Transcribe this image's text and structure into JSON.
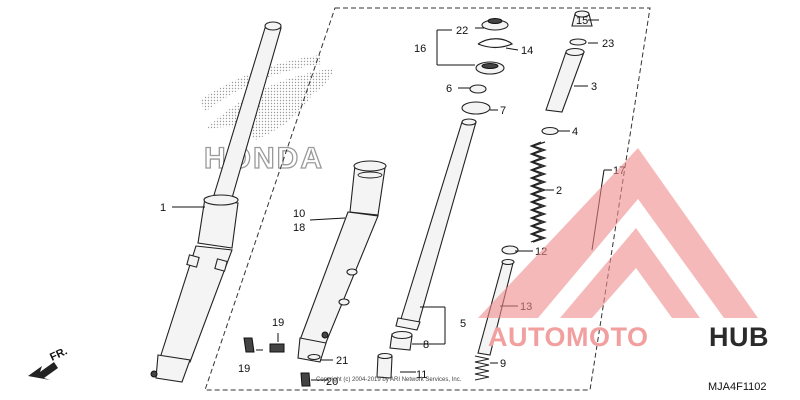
{
  "diagram": {
    "code": "MJA4F1102",
    "direction_label": "FR.",
    "copyright": "Copyright (c) 2004-2019 by ARI Network Services, Inc."
  },
  "watermark": {
    "brand_part1": "AUTOMOTO",
    "brand_part2": "HUB",
    "background_logo_text": "HONDA",
    "colors": {
      "logo": "#f08a8a",
      "brand_part1": "#f29f9f",
      "brand_part2": "#2b2b2b"
    }
  },
  "callouts": [
    "1",
    "2",
    "3",
    "4",
    "5",
    "6",
    "7",
    "8",
    "9",
    "10",
    "11",
    "12",
    "13",
    "14",
    "15",
    "16",
    "17",
    "18",
    "19",
    "19",
    "20",
    "21",
    "22",
    "23"
  ]
}
